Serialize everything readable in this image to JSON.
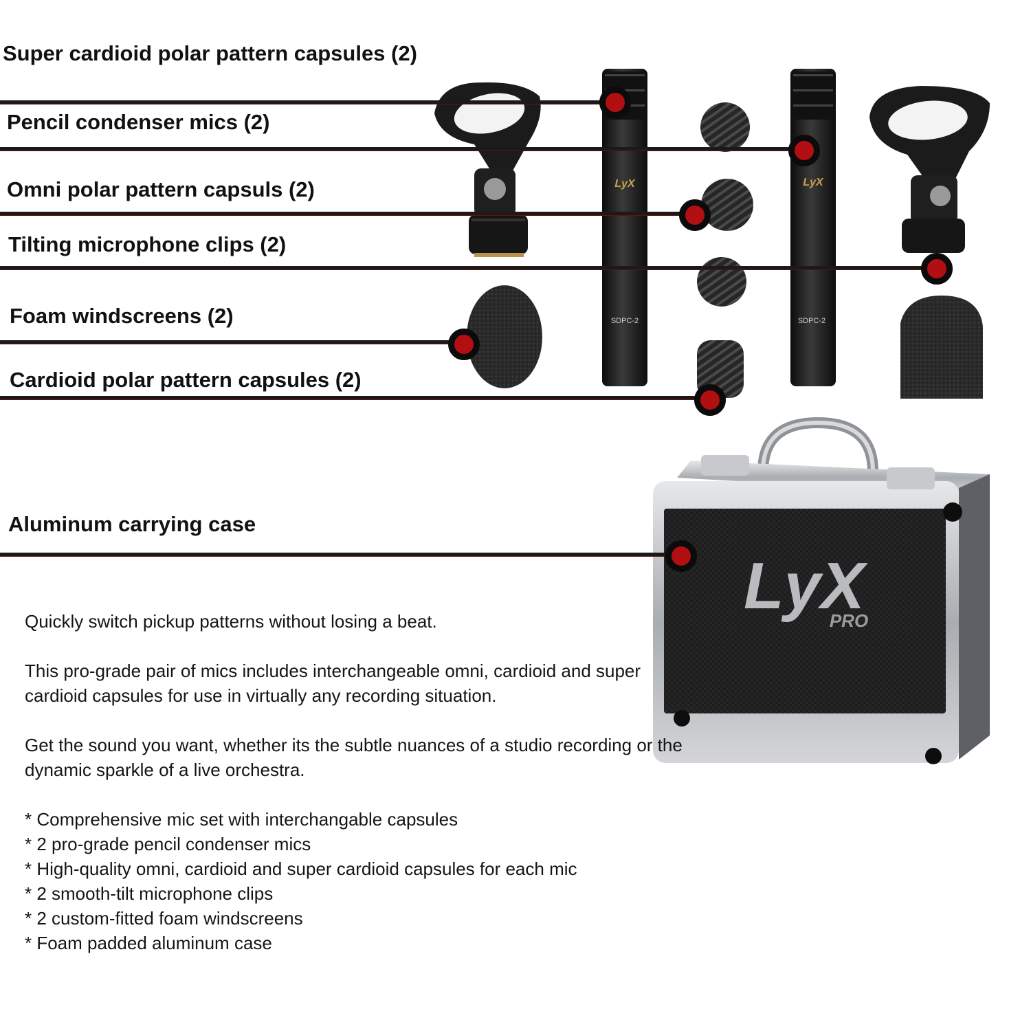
{
  "callouts": [
    {
      "label": "Super cardioid polar pattern capsules (2)"
    },
    {
      "label": "Pencil condenser mics (2)"
    },
    {
      "label": "Omni polar pattern capsuls (2)"
    },
    {
      "label": "Tilting microphone clips (2)"
    },
    {
      "label": "Foam windscreens (2)"
    },
    {
      "label": "Cardioid polar pattern capsules (2)"
    },
    {
      "label": "Aluminum carrying case"
    }
  ],
  "product": {
    "model_label": "SDPC-2",
    "brand_mark": "LyX",
    "brand_sub": "PRO"
  },
  "description": {
    "tagline": "Quickly switch pickup patterns without losing a beat.",
    "para1": "This pro-grade pair of mics includes interchangeable omni, cardioid and super cardioid capsules for use in virtually any recording situation.",
    "para2": "Get the sound you want, whether its the subtle nuances of a studio recording or the dynamic sparkle of a live orchestra.",
    "features": [
      "* Comprehensive mic set with interchangable capsules",
      "* 2 pro-grade pencil condenser mics",
      "* High-quality omni, cardioid and super cardioid capsules for each mic",
      "* 2 smooth-tilt microphone clips",
      "* 2 custom-fitted foam windscreens",
      "* Foam padded aluminum case"
    ]
  },
  "colors": {
    "leader_line": "#1a1a1a",
    "dot_fill": "#b10f12",
    "dot_ring": "#0b0b0b",
    "product_black": "#1c1c1c",
    "case_silver": "#b9bcc0"
  }
}
